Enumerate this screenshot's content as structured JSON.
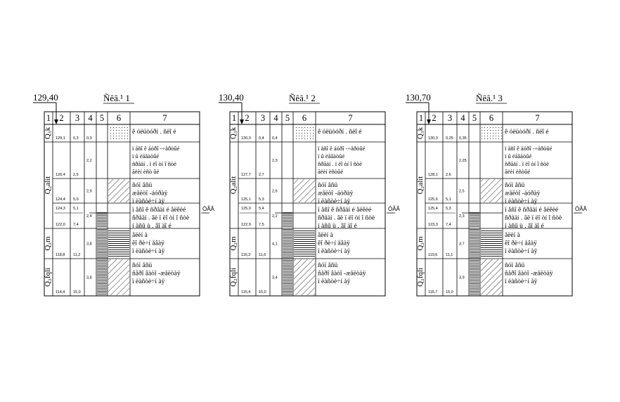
{
  "columns_header": [
    "1",
    "2",
    "3",
    "4",
    "5",
    "6",
    "7"
  ],
  "boreholes": [
    {
      "elevation": "129,40",
      "label": "Ñêâ.¹  1",
      "elev_top": "129,1",
      "strata": [
        {
          "index": "Q3k",
          "rel": "Q₃k",
          "descr": [
            "ê óëüòóðí . ñëî é"
          ],
          "elev": "",
          "depth": "0,3",
          "thick": "0,3"
        },
        {
          "index": "Q2alit",
          "rel": "Q₂alit",
          "descr": [
            "ï åñî ê áóðî -÷åðòûé",
            "ï û ëåâàòûé",
            "ñðåäí . ï ëî òí î ñòè",
            "ãëèí èñò ûé"
          ],
          "elev": "126,4",
          "depth": "2,5",
          "thick": "2,2"
        },
        {
          "index": "",
          "rel": "",
          "descr": [
            "ñóï åñü",
            "æåëòî -áóðàÿ",
            "ï ëàñòè÷í àÿ"
          ],
          "elev": "124,4",
          "depth": "5,0",
          "thick": "2,9"
        },
        {
          "index": "",
          "rel": "",
          "descr": [
            "ï åñî ê ñðåäí é  åëêèé",
            "ñðåäí . ãë  ï ëî òí î ñòè",
            "í àñû ù . âî äî é"
          ],
          "elev": "122,0",
          "depth": "7,4",
          "thick": "2,4",
          "extra_elev": "124,3",
          "extra_depth": "5,1",
          "wl": "ÓÃÂ"
        },
        {
          "index": "Q2m",
          "rel": "Q₂m",
          "descr": [
            "ãëèí à",
            "êî ðè÷í åâàÿ",
            "ï ëàñòè÷í àÿ"
          ],
          "elev": "118,8",
          "depth": "11,2",
          "thick": "3,8"
        },
        {
          "index": "Q2fqli",
          "rel": "Q₂fqli",
          "descr": [
            "ñóï åñü",
            "ñåðî âàòî -æåëòàÿ",
            "ï ëàñòè÷í àÿ"
          ],
          "elev": "114,4",
          "depth": "15,0",
          "thick": "3,8"
        }
      ]
    },
    {
      "elevation": "130,40",
      "label": "Ñêâ.¹  2",
      "elev_top": "130,0",
      "strata": [
        {
          "index": "Q3k",
          "rel": "Q₃k",
          "descr": [
            "ê óëüòóðí . ñëî é"
          ],
          "elev": "",
          "depth": "0,4",
          "thick": "0,4"
        },
        {
          "index": "Q2alit",
          "rel": "Q₂alit",
          "descr": [
            "ï åñî ê áóðî -÷åðòûé",
            "ï û ëåâàòûé",
            "ñðåäí . ï ëî òí î ñòè",
            "ãëèí èñòûé"
          ],
          "elev": "127,7",
          "depth": "2,7",
          "thick": "2,3"
        },
        {
          "index": "",
          "rel": "",
          "descr": [
            "ñóï åñü",
            "æåëòî -áóðàÿ",
            "ï ëàñòè÷í àÿ"
          ],
          "elev": "125,1",
          "depth": "5,3",
          "thick": "2,6"
        },
        {
          "index": "",
          "rel": "",
          "descr": [
            "ï åñî ê ñðåäí é  åëêèé",
            "ñðåäí . ãë  ï ëî òí î ñòè",
            "í àñû ù . âî äî é"
          ],
          "elev": "122,9",
          "depth": "7,5",
          "thick": "2,2",
          "extra_elev": "125,0",
          "extra_depth": "5,4",
          "wl": "ÓÃÂ"
        },
        {
          "index": "Q2m",
          "rel": "Q₂m",
          "descr": [
            "ãëèí à",
            "êî ðè÷í åâàÿ",
            "ï ëàñòè÷í àÿ"
          ],
          "elev": "116,3",
          "depth": "11,6",
          "thick": "4,1"
        },
        {
          "index": "Q2fqli",
          "rel": "Q₂fqli",
          "descr": [
            "ñóï åñü",
            "ñåðî âàòî -æåëòàÿ",
            "ï ëàñòè÷í àÿ"
          ],
          "elev": "115,4",
          "depth": "15,0",
          "thick": "3,4"
        }
      ]
    },
    {
      "elevation": "130,70",
      "label": "Ñêâ.¹  3",
      "elev_top": "130,3",
      "strata": [
        {
          "index": "Q3k",
          "rel": "Q₃k",
          "descr": [
            "ê óëüòóðí . ñëî é"
          ],
          "elev": "",
          "depth": "0,25",
          "thick": "0,35"
        },
        {
          "index": "Q2alit",
          "rel": "Q₂alit",
          "descr": [
            "ï åñî ê áóðî -÷åðòûé",
            "ï û ëåâàòûé",
            "ñðåäí . ï ëî òí î ñòè",
            "ãëèí èñòûé"
          ],
          "elev": "128,1",
          "depth": "2,6",
          "thick": "2,25"
        },
        {
          "index": "",
          "rel": "",
          "descr": [
            "ñóï åñü",
            "æåëòî -áóðàÿ",
            "ï ëàñòè÷í àÿ"
          ],
          "elev": "125,6",
          "depth": "5,1",
          "thick": "2,5"
        },
        {
          "index": "",
          "rel": "",
          "descr": [
            "ï åñî ê ñðåäí é  åëêèé",
            "ñðåäí . ãë  ï ëî òí î ñòè",
            "í àñû ù . âî äî é"
          ],
          "elev": "123,3",
          "depth": "7,4",
          "thick": "2,3",
          "extra_elev": "125,4",
          "extra_depth": "5,3",
          "wl": "ÓÃÂ"
        },
        {
          "index": "Q2m",
          "rel": "Q₂m",
          "descr": [
            "ãëèí à",
            "êî ðè÷í åâàÿ",
            "ï ëàñòè÷í àÿ"
          ],
          "elev": "119,6",
          "depth": "11,1",
          "thick": "3,7"
        },
        {
          "index": "Q2fqli",
          "rel": "Q₂fqli",
          "descr": [
            "ñóï åñü",
            "ñåðî âàòî -æåëòàÿ",
            "ï ëàñòè÷í àÿ"
          ],
          "elev": "115,7",
          "depth": "15,0",
          "thick": "3,9"
        }
      ]
    }
  ]
}
